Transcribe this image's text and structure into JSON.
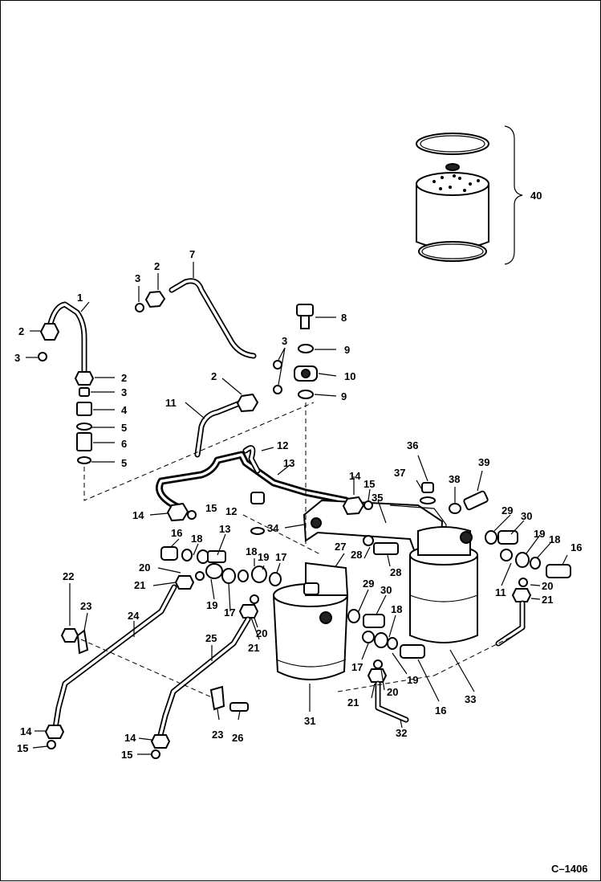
{
  "diagram": {
    "drawing_code": "C–1406",
    "callouts": {
      "c1": "1",
      "c2a": "2",
      "c3a": "3",
      "c2b": "2",
      "c3b": "3",
      "c4": "4",
      "c5a": "5",
      "c6": "6",
      "c5b": "5",
      "c3c": "3",
      "c2c": "2",
      "c7": "7",
      "c8": "8",
      "c3d": "3",
      "c9a": "9",
      "c2d": "2",
      "c10": "10",
      "c9b": "9",
      "c11a": "11",
      "c12": "12",
      "c13": "13",
      "c14a": "14",
      "c15a": "15",
      "c14b": "14",
      "c15b": "15",
      "c35": "35",
      "c34": "34",
      "c36": "36",
      "c37": "37",
      "c38": "38",
      "c39": "39",
      "c40": "40",
      "c29a": "29",
      "c30a": "30",
      "c19a": "19",
      "c18a": "18",
      "c16a": "16",
      "c27": "27",
      "c28a": "28",
      "c28b": "28",
      "c11b": "11",
      "c20a": "20",
      "c21a": "21",
      "c16b": "16",
      "c18b": "18",
      "c13b": "13",
      "c20b": "20",
      "c21b": "21",
      "c19b": "19",
      "c17a": "17",
      "c18c": "18",
      "c19c": "19",
      "c17b": "17",
      "c22": "22",
      "c23a": "23",
      "c24": "24",
      "c25": "25",
      "c20c": "20",
      "c21c": "21",
      "c29b": "29",
      "c30b": "30",
      "c18d": "18",
      "c17c": "17",
      "c19d": "19",
      "c20d": "20",
      "c21d": "21",
      "c16c": "16",
      "c31": "31",
      "c32": "32",
      "c33": "33",
      "c14c": "14",
      "c15c": "15",
      "c14d": "14",
      "c15d": "15",
      "c23b": "23",
      "c26": "26",
      "c12b": "12"
    }
  }
}
